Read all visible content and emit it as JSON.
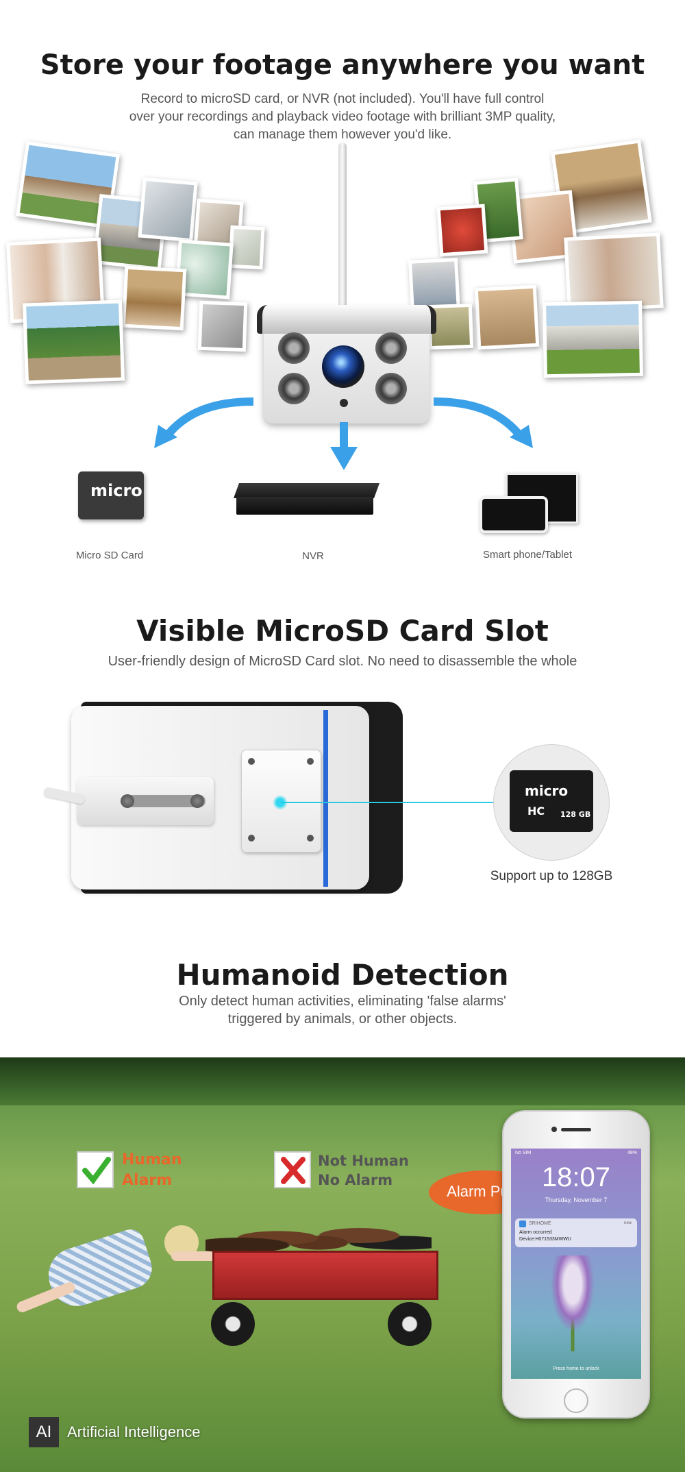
{
  "section1": {
    "title": "Store your footage anywhere you want",
    "desc_lines": [
      "Record to microSD card, or NVR (not included). You'll have full control",
      "over your recordings and playback video footage with brilliant 3MP quality,",
      "can manage them however you'd like."
    ],
    "destinations": [
      "Micro SD Card",
      "NVR",
      "Smart phone/Tablet"
    ],
    "sd_logo_text": "micro"
  },
  "section2": {
    "title": "Visible MicroSD Card Slot",
    "desc": "User-friendly design of MicroSD Card slot. No need to disassemble the whole",
    "card_caption": "Support up to 128GB",
    "card_text_1": "micro",
    "card_text_2": "HC",
    "card_capacity": "128 GB"
  },
  "section3": {
    "title": "Humanoid Detection",
    "desc_lines": [
      "Only detect human activities, eliminating 'false alarms'",
      "triggered by animals, or other objects."
    ],
    "human_label_lines": [
      "Human",
      "Alarm"
    ],
    "not_human_label_lines": [
      "Not Human",
      "No Alarm"
    ],
    "alarm_push": "Alarm Push",
    "phone": {
      "time": "18:07",
      "date": "Thursday, November 7",
      "app": "SRIHOME",
      "notice_when": "now",
      "notice_title": "Alarm occurred",
      "notice_device": "Device:H071533MWWU",
      "unlock_hint": "Press home to unlock",
      "carrier": "No SIM",
      "battery": "48%"
    },
    "ai_badge": "AI",
    "ai_text": "Artificial Intelligence"
  },
  "colors": {
    "accent_blue": "#2d9be6",
    "human_orange": "#e8672a",
    "bubble_orange": "#e8672a",
    "not_human_gray": "#555555",
    "cyan_line": "#28c8e0"
  }
}
